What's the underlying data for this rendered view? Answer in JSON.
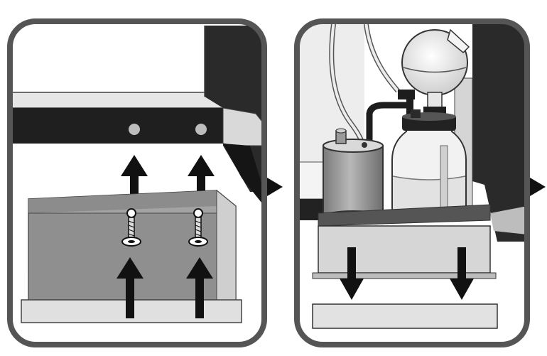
{
  "figure": {
    "panels": [
      {
        "name": "panel-mounting-screws",
        "depicts": [
          "cabinet-frame",
          "mounting-holes",
          "shelf-bracket",
          "mounting-screws",
          "upward-arrows"
        ]
      },
      {
        "name": "panel-install-shelf",
        "depicts": [
          "shelf-bracket",
          "vacuum-pump",
          "flask-bottle",
          "round-flask",
          "downward-arrows"
        ]
      }
    ],
    "connectors": [
      "right-pointer-arrow",
      "right-pointer-arrow"
    ],
    "colors": {
      "outline": "#555555",
      "frame_dark": "#1f1f1f",
      "metal_gray": "#8f8f8f",
      "light_gray": "#dcdcdc",
      "glass": "#eeeeee",
      "hole": "#bdbdbd"
    }
  }
}
